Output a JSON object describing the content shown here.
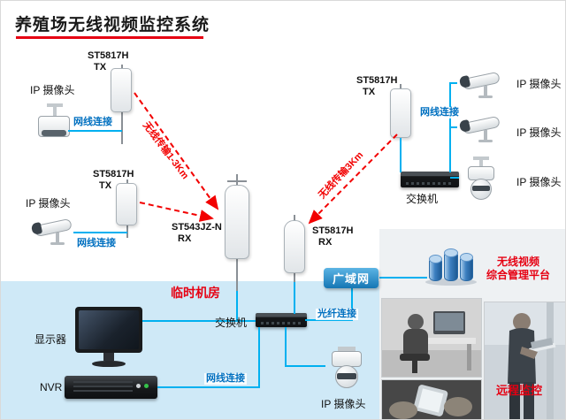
{
  "title": "养殖场无线视频监控系统",
  "radios": {
    "top_left": {
      "model": "ST5817H",
      "mode": "TX"
    },
    "mid_left": {
      "model": "ST5817H",
      "mode": "TX"
    },
    "center_main": {
      "model": "ST543JZ-N",
      "mode": "RX"
    },
    "center_right": {
      "model": "ST5817H",
      "mode": "RX"
    },
    "right": {
      "model": "ST5817H",
      "mode": "TX"
    }
  },
  "labels": {
    "ip_camera": "IP 摄像头",
    "wired_link": "网线连接",
    "fiber_link": "光纤连接",
    "wireless_1_3km": "无线传输1-3Km",
    "wireless_3km": "无线传输3Km",
    "switch": "交换机",
    "monitor": "显示器",
    "nvr": "NVR",
    "temp_room": "临时机房",
    "wan": "广域网",
    "platform_line1": "无线视频",
    "platform_line2": "综合管理平台",
    "remote": "远程监控"
  },
  "colors": {
    "title_underline": "#e60012",
    "wireless_arrow_red": "#f20000",
    "wired_line_blue": "#00b0f0",
    "link_label_blue": "#0070c0",
    "red_text": "#e60012",
    "room_panel_blue": "#cfe9f7",
    "wan_blue": "#1576b4"
  }
}
